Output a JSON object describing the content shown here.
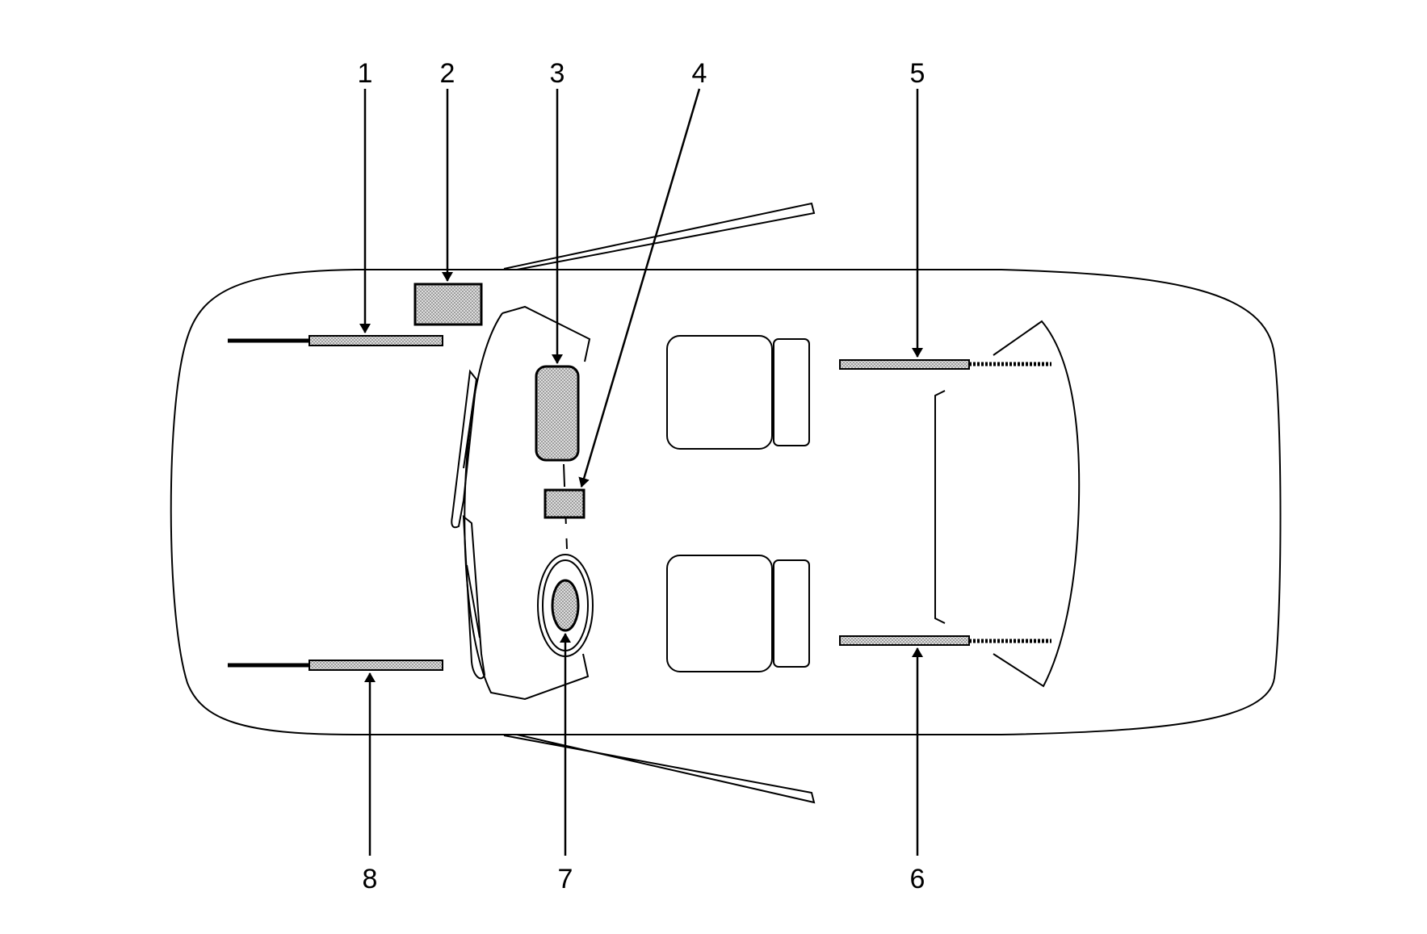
{
  "diagram": {
    "callouts": [
      {
        "id": "1",
        "label": "1"
      },
      {
        "id": "2",
        "label": "2"
      },
      {
        "id": "3",
        "label": "3"
      },
      {
        "id": "4",
        "label": "4"
      },
      {
        "id": "5",
        "label": "5"
      },
      {
        "id": "6",
        "label": "6"
      },
      {
        "id": "7",
        "label": "7"
      },
      {
        "id": "8",
        "label": "8"
      }
    ],
    "colors": {
      "line": "#000000",
      "component_fill": "#c8c8c8",
      "background": "#ffffff"
    }
  }
}
